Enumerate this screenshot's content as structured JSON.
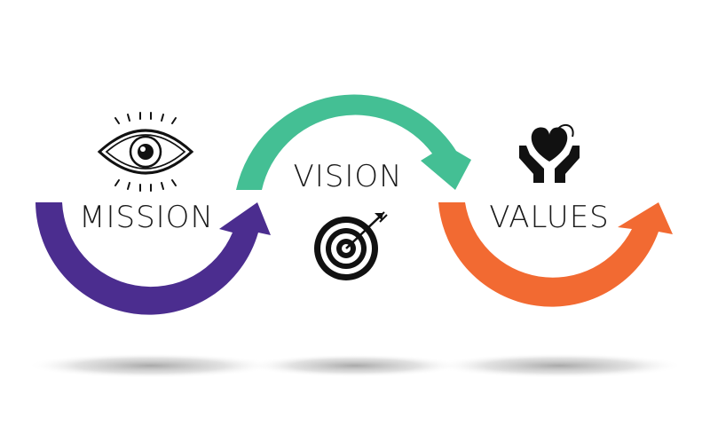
{
  "diagram": {
    "watermark": "",
    "stages": [
      {
        "label": "MISSION",
        "icon": "eye-icon",
        "color": "#4b2d8f"
      },
      {
        "label": "VISION",
        "icon": "target-arrow-icon",
        "color": "#44bf94"
      },
      {
        "label": "VALUES",
        "icon": "heart-hands-icon",
        "color": "#f26a32"
      }
    ]
  }
}
